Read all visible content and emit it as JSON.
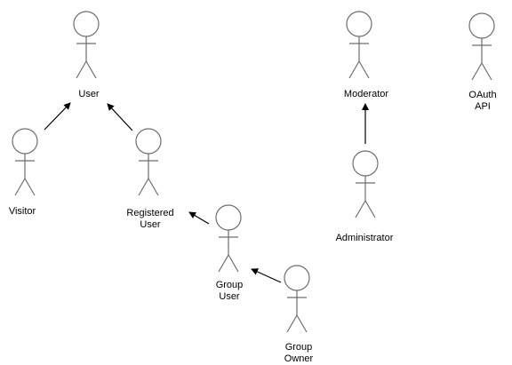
{
  "diagram": {
    "actors": {
      "user": {
        "label_lines": [
          "User"
        ]
      },
      "visitor": {
        "label_lines": [
          "Visitor"
        ]
      },
      "registered_user": {
        "label_lines": [
          "Registered",
          "User"
        ]
      },
      "group_user": {
        "label_lines": [
          "Group",
          "User"
        ]
      },
      "group_owner": {
        "label_lines": [
          "Group",
          "Owner"
        ]
      },
      "moderator": {
        "label_lines": [
          "Moderator"
        ]
      },
      "administrator": {
        "label_lines": [
          "Administrator"
        ]
      },
      "oauth_api": {
        "label_lines": [
          "OAuth",
          "API"
        ]
      }
    },
    "generalizations": [
      {
        "from": "visitor",
        "to": "user"
      },
      {
        "from": "registered_user",
        "to": "user"
      },
      {
        "from": "group_user",
        "to": "registered_user"
      },
      {
        "from": "group_owner",
        "to": "group_user"
      },
      {
        "from": "administrator",
        "to": "moderator"
      }
    ],
    "colors": {
      "stroke": "#6e6e6e",
      "arrow": "#000000",
      "text": "#000000"
    }
  }
}
